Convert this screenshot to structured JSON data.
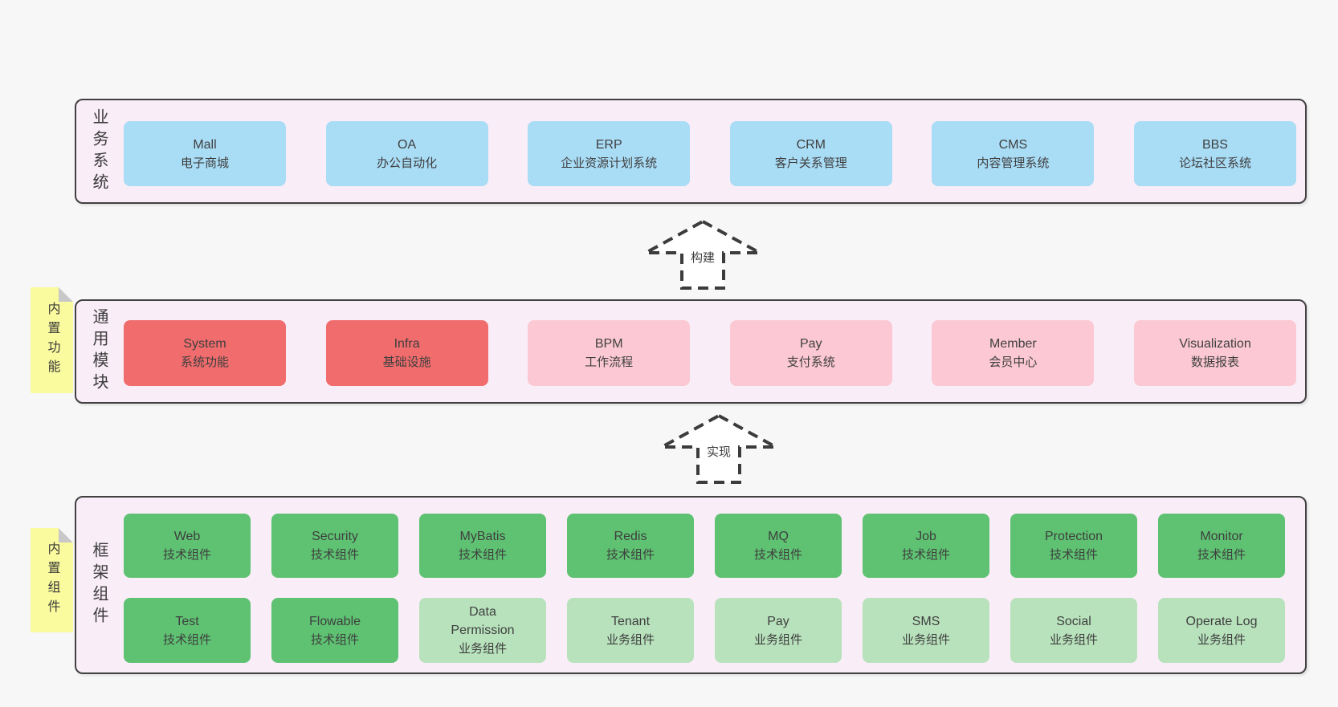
{
  "layers": {
    "business": {
      "label": "业务系统",
      "boxes": [
        {
          "en": "Mall",
          "zh": "电子商城"
        },
        {
          "en": "OA",
          "zh": "办公自动化"
        },
        {
          "en": "ERP",
          "zh": "企业资源计划系统"
        },
        {
          "en": "CRM",
          "zh": "客户关系管理"
        },
        {
          "en": "CMS",
          "zh": "内容管理系统"
        },
        {
          "en": "BBS",
          "zh": "论坛社区系统"
        }
      ]
    },
    "modules": {
      "label": "通用模块",
      "note": "内置功能",
      "boxes": [
        {
          "en": "System",
          "zh": "系统功能"
        },
        {
          "en": "Infra",
          "zh": "基础设施"
        },
        {
          "en": "BPM",
          "zh": "工作流程"
        },
        {
          "en": "Pay",
          "zh": "支付系统"
        },
        {
          "en": "Member",
          "zh": "会员中心"
        },
        {
          "en": "Visualization",
          "zh": "数据报表"
        }
      ]
    },
    "framework": {
      "label": "框架组件",
      "note": "内置组件",
      "row1": [
        {
          "en": "Web",
          "zh": "技术组件"
        },
        {
          "en": "Security",
          "zh": "技术组件"
        },
        {
          "en": "MyBatis",
          "zh": "技术组件"
        },
        {
          "en": "Redis",
          "zh": "技术组件"
        },
        {
          "en": "MQ",
          "zh": "技术组件"
        },
        {
          "en": "Job",
          "zh": "技术组件"
        },
        {
          "en": "Protection",
          "zh": "技术组件"
        },
        {
          "en": "Monitor",
          "zh": "技术组件"
        }
      ],
      "row2": [
        {
          "en": "Test",
          "zh": "技术组件"
        },
        {
          "en": "Flowable",
          "zh": "技术组件"
        },
        {
          "en": "Data\nPermission",
          "zh": "业务组件"
        },
        {
          "en": "Tenant",
          "zh": "业务组件"
        },
        {
          "en": "Pay",
          "zh": "业务组件"
        },
        {
          "en": "SMS",
          "zh": "业务组件"
        },
        {
          "en": "Social",
          "zh": "业务组件"
        },
        {
          "en": "Operate Log",
          "zh": "业务组件"
        }
      ]
    }
  },
  "arrows": {
    "build": "构建",
    "implement": "实现"
  },
  "colors": {
    "page_bg": "#f7f7f7",
    "panel_bg": "#f9edf7",
    "panel_border": "#414141",
    "blue_box": "#a9dcf5",
    "red_box": "#f16c6c",
    "pink_box": "#fbc8d3",
    "green_box": "#5ec272",
    "light_green_box": "#b8e2bc",
    "note_bg": "#fafa9e",
    "text": "#3f3f3f"
  }
}
